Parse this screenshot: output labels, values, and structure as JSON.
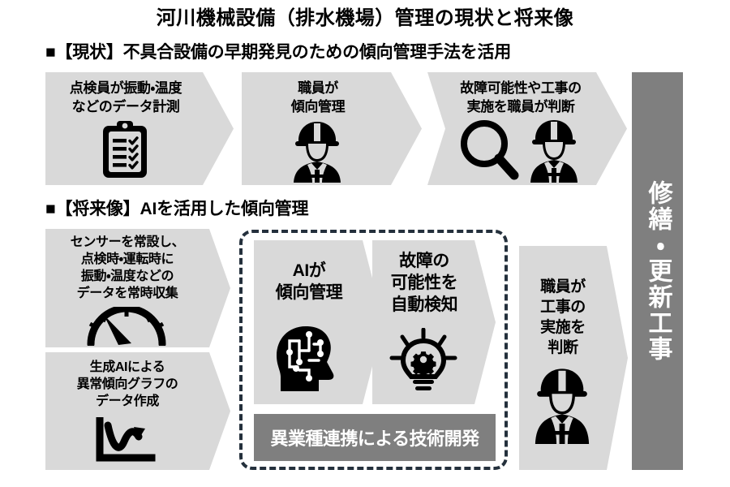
{
  "title": "河川機械設備（排水機場）管理の現状と将来像",
  "colors": {
    "block_fill": "#d9d9d9",
    "accent_gray": "#7f7f7f",
    "dashed_border": "#24303c",
    "text": "#000000",
    "inverse_text": "#ffffff",
    "background": "#ffffff"
  },
  "sections": {
    "current": {
      "heading": "■【現状】不具合設備の早期発見のための傾向管理手法を活用",
      "steps": [
        {
          "label": "点検員が振動・温度\nなどのデータ計測",
          "icon": "clipboard-checklist-icon"
        },
        {
          "label": "職員が\n傾向管理",
          "icon": "worker-helmet-icon"
        },
        {
          "label": "故障可能性や工事の\n実施を職員が判断",
          "icon": "magnifier-and-worker-icon"
        }
      ]
    },
    "future": {
      "heading": "■【将来像】AIを活用した傾向管理",
      "inputs": [
        {
          "label": "センサーを常設し、\n点検時・運転時に\n振動・温度などの\nデータを常時収集",
          "icon": "gauge-meter-icon"
        },
        {
          "label": "生成AIによる\n異常傾向グラフの\nデータ作成",
          "icon": "trend-graph-icon"
        }
      ],
      "ai_group": {
        "steps": [
          {
            "label": "AIが\n傾向管理",
            "icon": "ai-brain-head-icon"
          },
          {
            "label": "故障の\n可能性を\n自動検知",
            "icon": "lightbulb-gear-icon"
          }
        ],
        "banner": "異業種連携による技術開発"
      },
      "output": {
        "label": "職員が\n工事の\n実施を\n判断",
        "icon": "worker-helmet-icon"
      }
    }
  },
  "repair_bar": {
    "label": "修繕・更新工事"
  }
}
